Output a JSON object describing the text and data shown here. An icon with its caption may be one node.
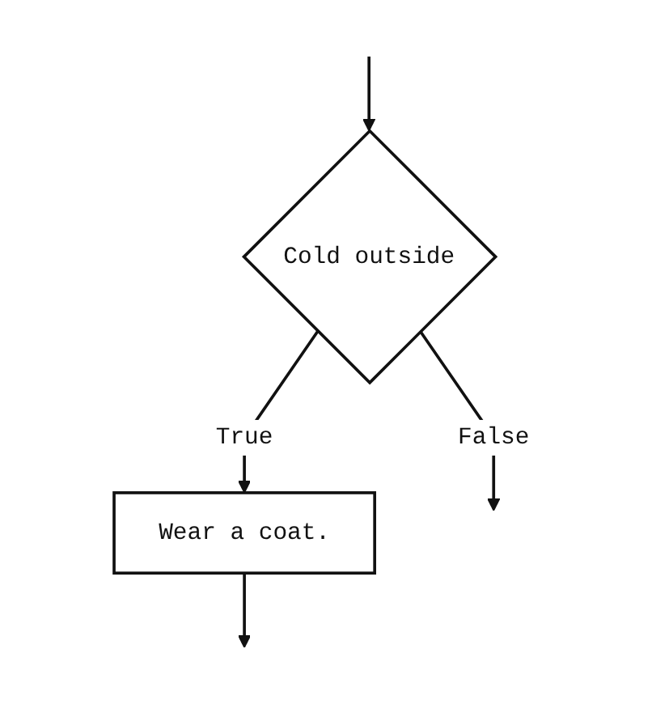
{
  "diagram": {
    "nodes": [
      {
        "text": [
          "Cold outside"
        ]
      },
      {
        "text": [
          "Wear a coat."
        ]
      }
    ],
    "edges": [
      {
        "from": null,
        "to": 0,
        "arrow": "to"
      },
      {
        "from": 0,
        "to": 1,
        "label": "True",
        "arrow": "to"
      },
      {
        "from": 0,
        "to": null,
        "label": "False",
        "arrow": "to"
      },
      {
        "from": 1,
        "to": null,
        "arrow": "to"
      }
    ]
  }
}
